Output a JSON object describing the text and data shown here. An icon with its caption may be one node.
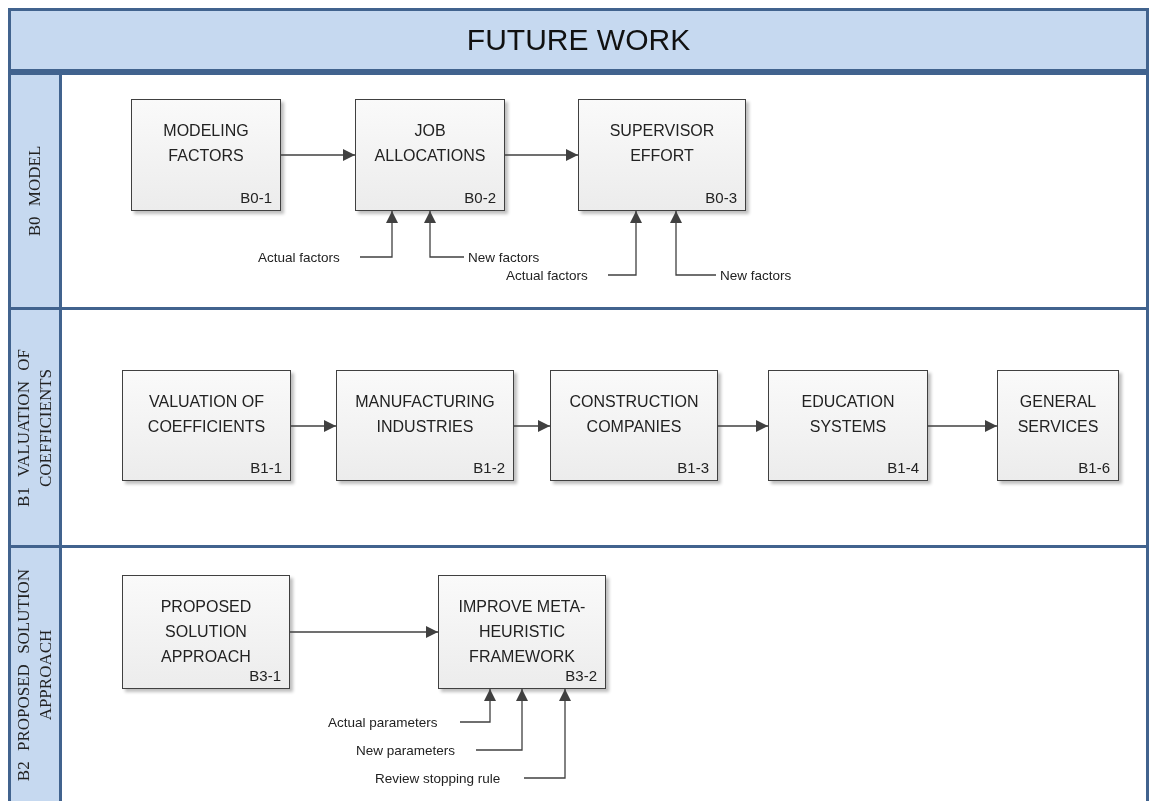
{
  "diagram": {
    "title": "FUTURE WORK",
    "nodes": [
      {
        "text": [
          "B0 MODEL"
        ]
      },
      {
        "text": [
          "MODELING FACTORS",
          "B0-1"
        ],
        "in": 0
      },
      {
        "text": [
          "JOB ALLOCATIONS",
          "B0-2"
        ],
        "in": 0
      },
      {
        "text": [
          "SUPERVISOR EFFORT",
          "B0-3"
        ],
        "in": 0
      },
      {
        "text": [
          "Actual factors"
        ],
        "in": 0
      },
      {
        "text": [
          "New factors"
        ],
        "in": 0
      },
      {
        "text": [
          "Actual factors"
        ],
        "in": 0
      },
      {
        "text": [
          "New factors"
        ],
        "in": 0
      },
      {
        "text": [
          "B1 VALUATION OF COEFFICIENTS"
        ]
      },
      {
        "text": [
          "VALUATION OF COEFFICIENTS",
          "B1-1"
        ],
        "in": 8
      },
      {
        "text": [
          "MANUFACTURING INDUSTRIES",
          "B1-2"
        ],
        "in": 8
      },
      {
        "text": [
          "CONSTRUCTION COMPANIES",
          "B1-3"
        ],
        "in": 8
      },
      {
        "text": [
          "EDUCATION SYSTEMS",
          "B1-4"
        ],
        "in": 8
      },
      {
        "text": [
          "GENERAL SERVICES",
          "B1-6"
        ],
        "in": 8
      },
      {
        "text": [
          "B2 PROPOSED SOLUTION APPROACH"
        ]
      },
      {
        "text": [
          "PROPOSED SOLUTION APPROACH",
          "B3-1"
        ],
        "in": 14
      },
      {
        "text": [
          "IMPROVE META-HEURISTIC FRAMEWORK",
          "B3-2"
        ],
        "in": 14
      },
      {
        "text": [
          "Actual parameters"
        ],
        "in": 14
      },
      {
        "text": [
          "New parameters"
        ],
        "in": 14
      },
      {
        "text": [
          "Review stopping rule"
        ],
        "in": 14
      }
    ],
    "edges": [
      {
        "from": 1,
        "to": 2,
        "arrow": "to"
      },
      {
        "from": 2,
        "to": 3,
        "arrow": "to"
      },
      {
        "from": 4,
        "to": 2,
        "arrow": "to"
      },
      {
        "from": 5,
        "to": 2,
        "arrow": "to"
      },
      {
        "from": 6,
        "to": 3,
        "arrow": "to"
      },
      {
        "from": 7,
        "to": 3,
        "arrow": "to"
      },
      {
        "from": 9,
        "to": 10,
        "arrow": "to"
      },
      {
        "from": 10,
        "to": 11,
        "arrow": "to"
      },
      {
        "from": 11,
        "to": 12,
        "arrow": "to"
      },
      {
        "from": 12,
        "to": 13,
        "arrow": "to"
      },
      {
        "from": 15,
        "to": 16,
        "arrow": "to"
      },
      {
        "from": 17,
        "to": 16,
        "arrow": "to"
      },
      {
        "from": 18,
        "to": 16,
        "arrow": "to"
      },
      {
        "from": 19,
        "to": 16,
        "arrow": "to"
      }
    ]
  }
}
